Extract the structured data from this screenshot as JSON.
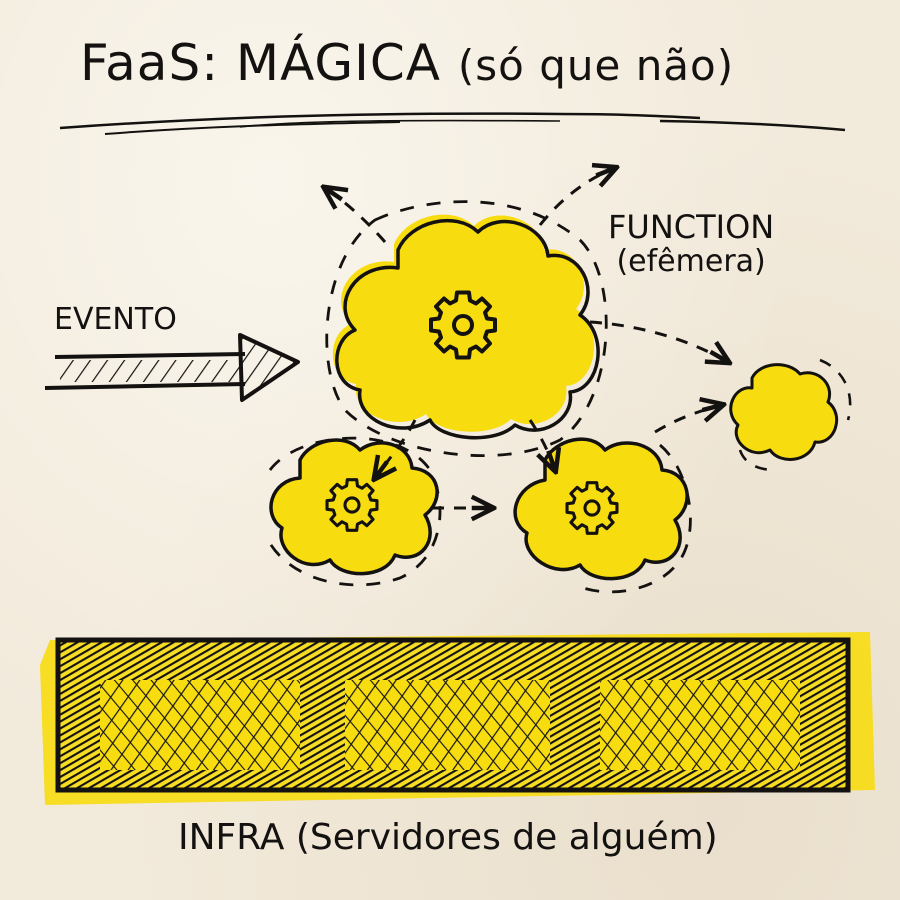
{
  "title": {
    "main": "FaaS: MÁGICA",
    "aside": "(só que não)"
  },
  "labels": {
    "function_line1": "FUNCTION",
    "function_line2": "(efêmera)",
    "event": "EVENTO",
    "infra": "INFRA (Servidores de alguém)"
  },
  "diagram": {
    "nodes": [
      {
        "id": "main-function",
        "type": "cloud",
        "icon": "gear-icon",
        "size": "large"
      },
      {
        "id": "function-bottom-left",
        "type": "cloud",
        "icon": "gear-icon",
        "size": "medium"
      },
      {
        "id": "function-bottom-middle",
        "type": "cloud",
        "icon": "gear-icon",
        "size": "medium"
      },
      {
        "id": "function-right",
        "type": "cloud",
        "icon": null,
        "size": "small"
      },
      {
        "id": "infra-block",
        "type": "hatched-bar",
        "segments": 3
      }
    ],
    "edges": [
      {
        "from": "event",
        "to": "main-function",
        "style": "solid-hatched-arrow"
      },
      {
        "from": "main-function",
        "to": "offscreen-top-left",
        "style": "dashed-arrow"
      },
      {
        "from": "main-function",
        "to": "offscreen-top-right",
        "style": "dashed-arrow"
      },
      {
        "from": "main-function",
        "to": "function-right",
        "style": "dashed-arrow"
      },
      {
        "from": "main-function",
        "to": "function-bottom-left",
        "style": "dashed-arrow"
      },
      {
        "from": "main-function",
        "to": "function-bottom-middle",
        "style": "dashed-arrow"
      },
      {
        "from": "function-bottom-left",
        "to": "function-bottom-middle",
        "style": "dashed-arrow"
      },
      {
        "from": "function-bottom-middle",
        "to": "function-right",
        "style": "dashed-arrow"
      }
    ]
  },
  "colors": {
    "paper": "#f2eadb",
    "ink": "#141210",
    "highlighter": "#f7dc0f"
  }
}
